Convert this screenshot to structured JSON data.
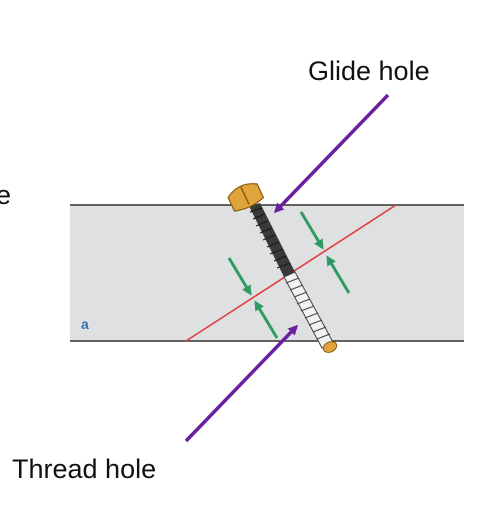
{
  "labels": {
    "glide_hole": "Glide hole",
    "thread_hole": "Thread hole",
    "cut_text": "e",
    "figure_letter": "a"
  },
  "colors": {
    "bone_fill": "#dfe0e2",
    "bone_edge": "#333333",
    "fracture_line": "#e03c3c",
    "pointer_arrow": "#6a1fa0",
    "compression_arrow": "#2f9a62",
    "screw_head": "#e0a53a",
    "screw_shaft_dark": "#3a3a3a",
    "screw_thread_light": "#f2f2f2",
    "figure_letter": "#3a6fb5"
  },
  "icons": {
    "screw": "lag-screw-icon",
    "pointer": "arrow-icon",
    "compression": "compression-arrow-icon"
  }
}
